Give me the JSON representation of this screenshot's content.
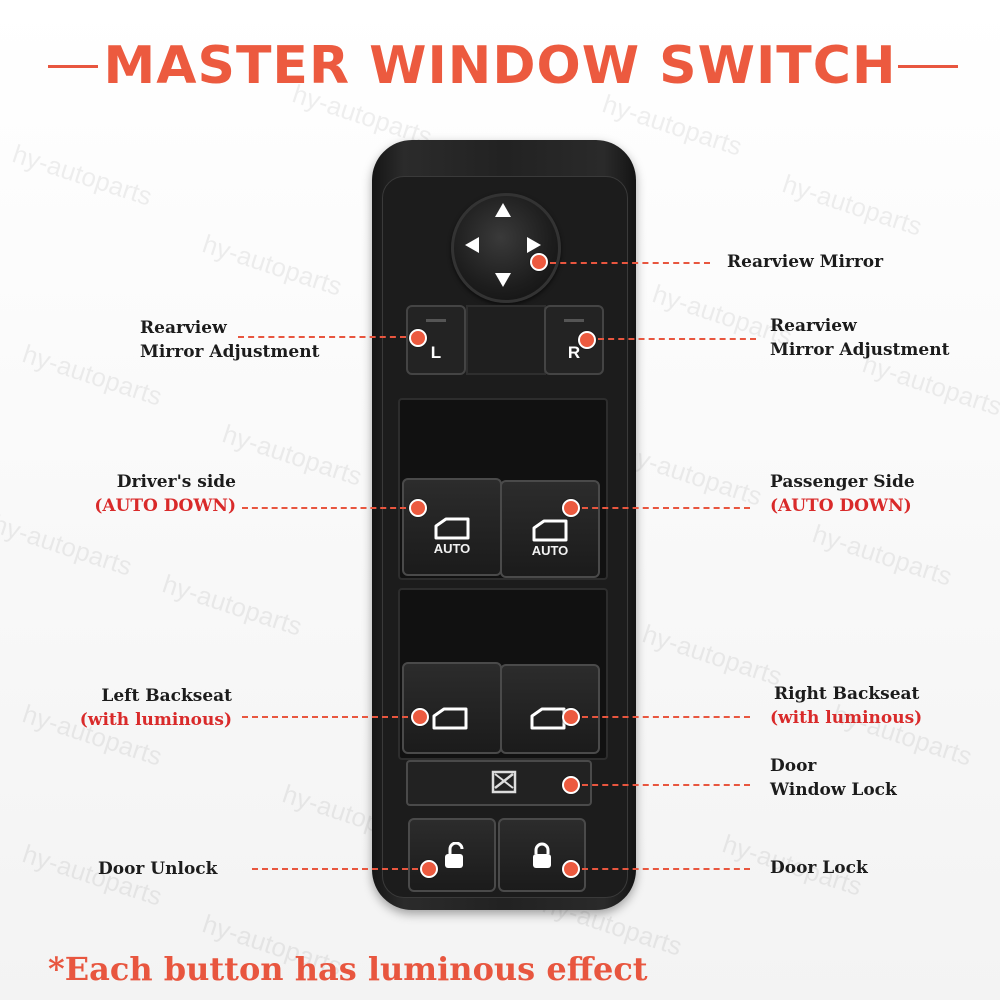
{
  "title": "MASTER WINDOW SWITCH",
  "watermark": "hy-autoparts",
  "accent_color": "#ec5a3f",
  "device": {
    "mirror_left_label": "L",
    "mirror_right_label": "R",
    "auto_label": "AUTO"
  },
  "labels": {
    "rearview_mirror": "Rearview Mirror",
    "mirror_adj_left_line1": "Rearview",
    "mirror_adj_left_line2": "Mirror Adjustment",
    "mirror_adj_right_line1": "Rearview",
    "mirror_adj_right_line2": "Mirror Adjustment",
    "driver_line1": "Driver's side",
    "driver_line2": "(AUTO DOWN)",
    "passenger_line1": "Passenger Side",
    "passenger_line2": "(AUTO DOWN)",
    "left_back_line1": "Left Backseat",
    "left_back_line2": "(with luminous)",
    "right_back_line1": "Right Backseat",
    "right_back_line2": "(with luminous)",
    "window_lock_line1": "Door",
    "window_lock_line2": "Window Lock",
    "door_unlock": "Door Unlock",
    "door_lock": "Door Lock"
  },
  "footer": "*Each button has luminous effect"
}
